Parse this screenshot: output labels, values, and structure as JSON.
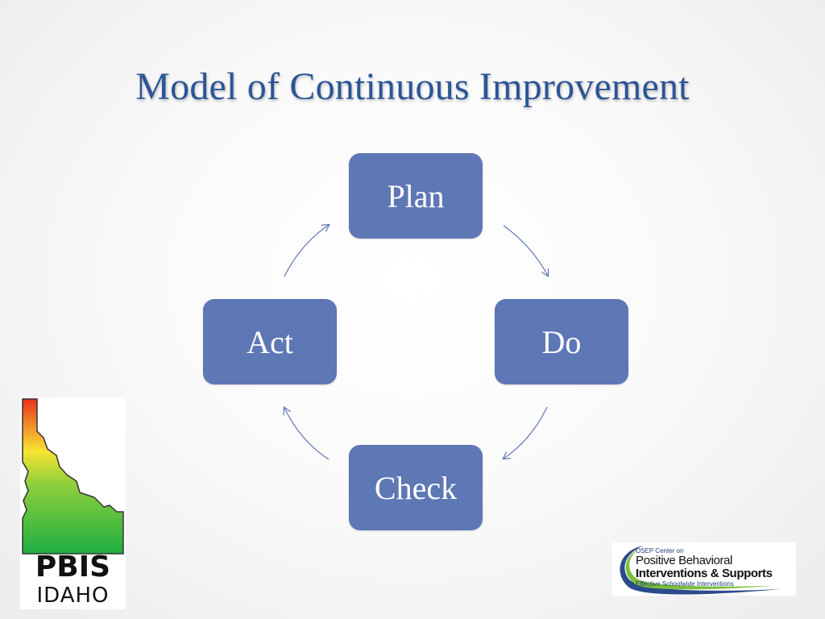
{
  "slide": {
    "title": "Model of Continuous Improvement"
  },
  "cycle": {
    "steps": [
      "Plan",
      "Do",
      "Check",
      "Act"
    ],
    "box_color": "#5e77b5",
    "arrow_color": "#5e77b5"
  },
  "logos": {
    "pbis": {
      "line1": "PBIS",
      "line2": "IDAHO"
    },
    "osep": {
      "header": "OSEP Center on",
      "line1": "Positive Behavioral",
      "line2": "Interventions & Supports",
      "tagline": "Effective Schoolwide Interventions"
    }
  },
  "colors": {
    "title": "#2c5496",
    "background": "#f4f4f4"
  }
}
